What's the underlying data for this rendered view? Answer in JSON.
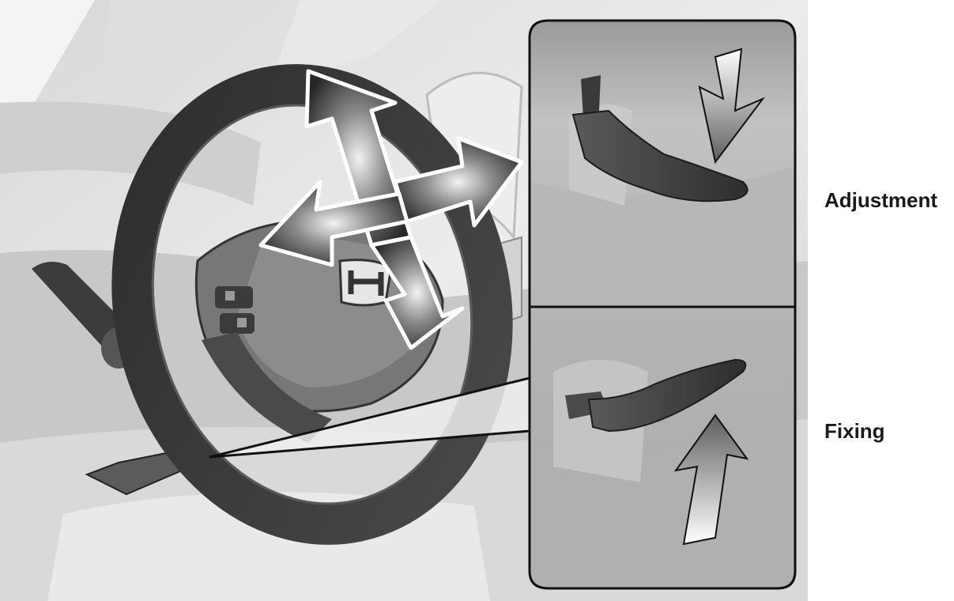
{
  "labels": {
    "adjustment": "Adjustment",
    "fixing": "Fixing"
  },
  "illustration": {
    "subject": "steering-wheel",
    "brand_emblem": "H",
    "insets": [
      "lever-adjustment",
      "lever-fixing"
    ]
  },
  "colors": {
    "background": "#ffffff",
    "dash_light": "#e6e6e6",
    "dash_mid": "#c9c9c9",
    "wheel_dark": "#3a3a3a",
    "arrow_dark": "#2b2b2b",
    "inset_bg": "#b9b9b9",
    "outline": "#111111"
  }
}
